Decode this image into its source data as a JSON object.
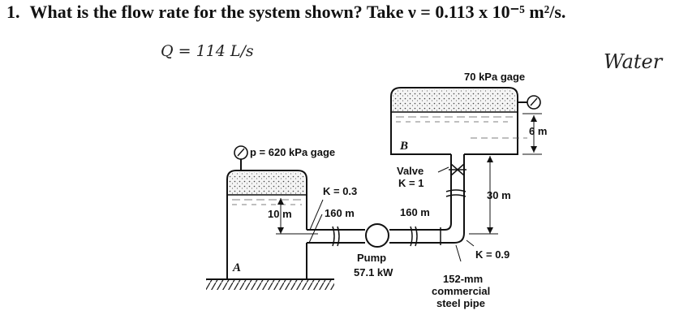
{
  "problem": {
    "number": "1.",
    "text": "What is the flow rate for the system shown? Take ν = 0.113 x 10⁻⁵ m²/s."
  },
  "handwritten": {
    "answer": "Q = 114 L/s",
    "fluid": "Water"
  },
  "diagram": {
    "pressure_A": "p = 620 kPa gage",
    "pressure_B": "70 kPa gage",
    "tank_A": "A",
    "tank_B": "B",
    "height_10": "10 m",
    "height_6": "6 m",
    "height_30": "30 m",
    "k_entrance": "K = 0.3",
    "length_left": "160 m",
    "valve_label": "Valve",
    "valve_k": "K = 1",
    "length_right": "160 m",
    "k_elbow": "K = 0.9",
    "pump_label": "Pump",
    "pump_power": "57.1 kW",
    "pipe_line1": "152-mm",
    "pipe_line2": "commercial",
    "pipe_line3": "steel pipe"
  }
}
